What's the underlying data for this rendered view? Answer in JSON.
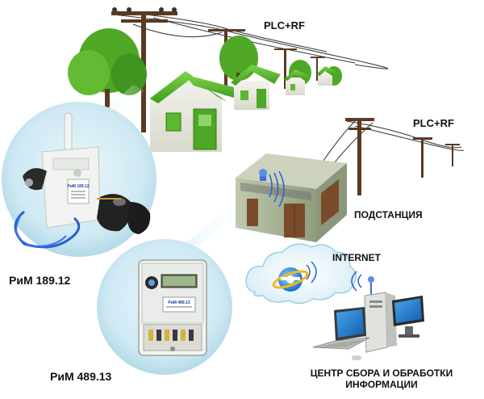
{
  "labels": {
    "plc_rf_top": "PLC+RF",
    "plc_rf_right": "PLC+RF",
    "substation": "ПОДСТАНЦИЯ",
    "internet": "INTERNET",
    "meter_small": "РиМ 189.12",
    "meter_large": "РиМ 489.13",
    "center_line1": "ЦЕНТР СБОРА И ОБРАБОТКИ",
    "center_line2": "ИНФОРМАЦИИ"
  },
  "device_text": {
    "small_meter_plate": "РиМ 189.12",
    "large_meter_plate": "РиМ 489.13"
  },
  "colors": {
    "roof_green": "#5cb82e",
    "tree_green": "#4fa825",
    "substation_wall": "#a9b79a",
    "door_brown": "#7a4a2a",
    "cable_blue": "#2a5fd0",
    "wood_pole": "#5a3a22"
  }
}
